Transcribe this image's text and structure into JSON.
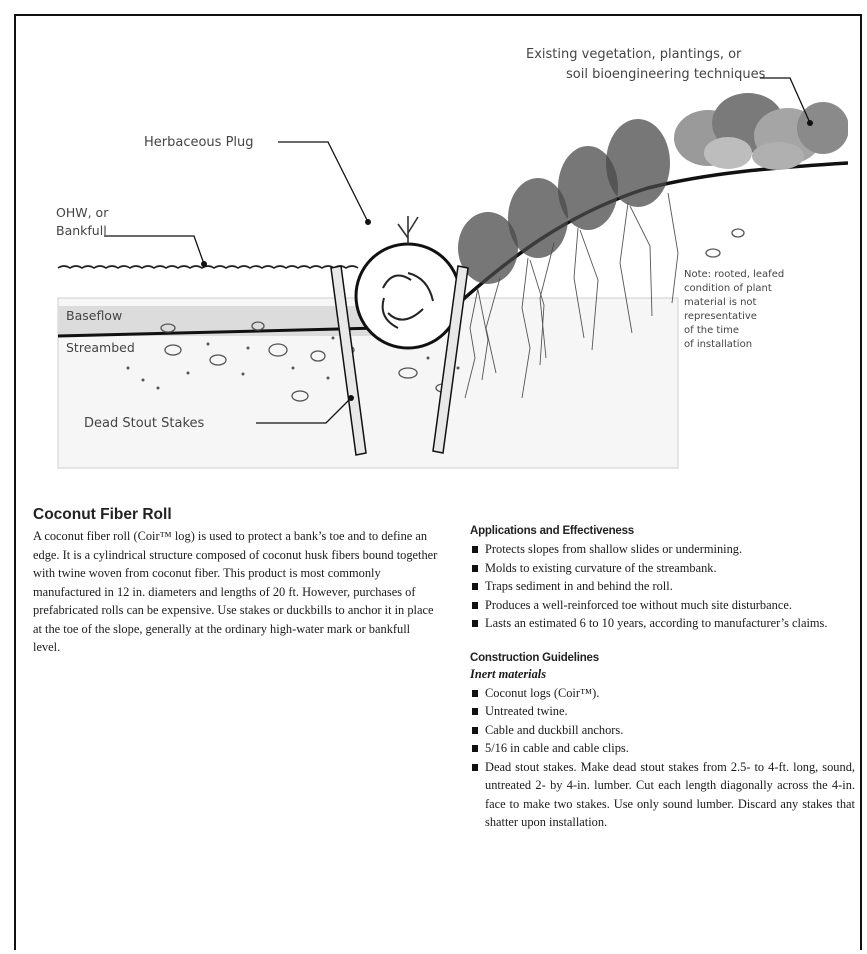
{
  "illustration": {
    "labels": {
      "existing_line1": "Existing vegetation, plantings, or",
      "existing_line2": "soil bioengineering techniques",
      "herbaceous_plug": "Herbaceous Plug",
      "ohw_line1": "OHW, or",
      "ohw_line2": "Bankfull",
      "baseflow": "Baseflow",
      "streambed": "Streambed",
      "dead_stout_stakes": "Dead Stout Stakes",
      "note": [
        "Note: rooted, leafed",
        "condition of plant",
        "material is not",
        "representative",
        "of the time",
        "of installation"
      ]
    }
  },
  "coconut": {
    "title": "Coconut Fiber Roll",
    "body": "A coconut fiber roll (Coir™ log) is used to protect a bank’s toe and to define an edge. It is a cylindrical structure composed of coconut husk fibers bound together with twine woven from coconut fiber. This product is most commonly manufactured in 12 in. diameters and lengths of 20 ft. However, purchases of prefabricated rolls can be expensive. Use stakes or duckbills to anchor it in place at the toe of the slope, generally at the ordinary high-water mark or bankfull level."
  },
  "applications": {
    "heading": "Applications and Effectiveness",
    "items": [
      "Protects slopes from shallow slides or undermining.",
      "Molds to existing curvature of the streambank.",
      "Traps sediment in and behind the roll.",
      "Produces a well-reinforced toe without much site disturbance.",
      "Lasts an estimated 6 to 10 years, according to manufacturer’s claims."
    ]
  },
  "construction": {
    "heading": "Construction Guidelines",
    "subheading": "Inert materials",
    "items": [
      "Coconut logs (Coir™).",
      "Untreated twine.",
      "Cable and duckbill anchors.",
      "5/16 in cable and cable clips.",
      "Dead stout stakes. Make dead stout stakes from 2.5- to 4-ft. long, sound, untreated 2- by 4-in. lumber. Cut each length diagonally across the 4-in. face to make two stakes. Use only sound lumber. Discard any stakes that shatter upon installation."
    ]
  }
}
